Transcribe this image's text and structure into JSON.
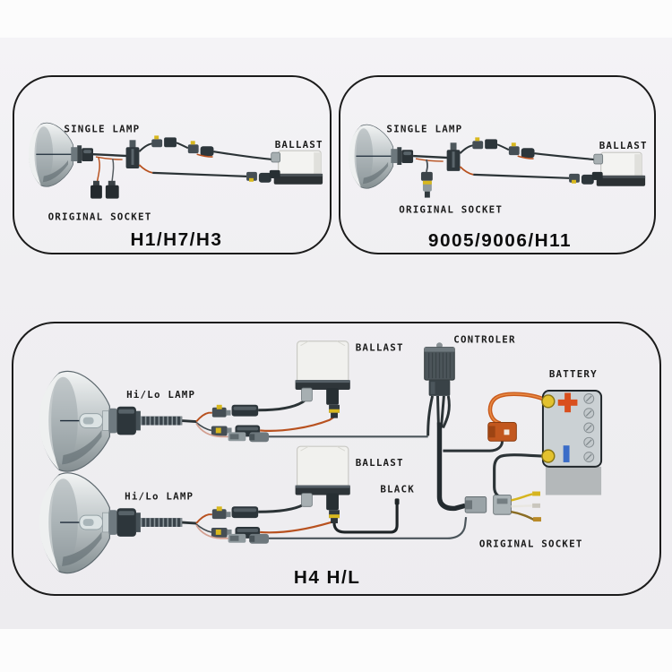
{
  "panels": {
    "h1h7h3": {
      "title": "H1/H7/H3",
      "single_lamp": "SINGLE LAMP",
      "ballast": "BALLAST",
      "original_socket": "ORIGINAL SOCKET"
    },
    "b9005": {
      "title": "9005/9006/H11",
      "single_lamp": "SINGLE LAMP",
      "ballast": "BALLAST",
      "original_socket": "ORIGINAL SOCKET"
    },
    "h4": {
      "title": "H4 H/L",
      "lamp_top": "Hi/Lo LAMP",
      "lamp_bottom": "Hi/Lo LAMP",
      "ballast_top": "BALLAST",
      "ballast_bottom": "BALLAST",
      "controller": "CONTROLER",
      "battery": "BATTERY",
      "battery_plus": "+",
      "battery_minus": "-",
      "black_wire": "BLACK",
      "original_socket": "ORIGINAL SOCKET"
    }
  },
  "colors": {
    "page_background": "#f0eff2",
    "panel_border": "#1b1b1b",
    "wire_dark": "#2b3336",
    "wire_orange": "#b8511f",
    "wire_pink": "#d3a091",
    "connector_yellow": "#d8b81e",
    "ballast_body": "#f1f1ee",
    "controller_grey": "#4c555a",
    "battery_body": "#cbd1d4",
    "battery_terminal_yellow": "#e3c22e",
    "battery_plus_red": "#d94f1d",
    "battery_minus_blue": "#3a6cc8",
    "fuse_holder_orange": "#c2571e",
    "reflector_light": "#f2f4f4",
    "reflector_dark": "#848e91"
  }
}
